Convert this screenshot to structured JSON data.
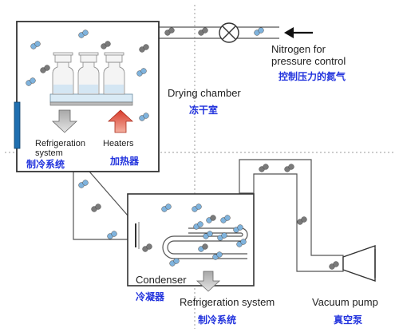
{
  "labels": {
    "nitrogen_en": "Nitrogen for\npressure control",
    "nitrogen_cn": "控制压力的氮气",
    "drying_chamber_en": "Drying chamber",
    "drying_chamber_cn": "冻干室",
    "refrigeration_top_en": "Refrigeration\nsystem",
    "refrigeration_top_cn": "制冷系统",
    "heaters_en": "Heaters",
    "heaters_cn": "加热器",
    "condenser_en": "Condenser",
    "condenser_cn": "冷凝器",
    "refrigeration_bottom_en": "Refrigeration system",
    "refrigeration_bottom_cn": "制冷系统",
    "vacuum_pump_en": "Vacuum pump",
    "vacuum_pump_cn": "真空泵"
  },
  "colors": {
    "chinese_label": "#2233dd",
    "molecule_dark": "#7a7a7a",
    "molecule_blue": "#7fb3dd",
    "heater_arrow": "#d83a2a",
    "refrigeration_arrow": "#8a8a8a",
    "door_seal": "#1f6fb0",
    "guide_line": "#999999"
  },
  "icons": [
    "valve-icon",
    "arrow-left-icon",
    "down-arrow-icon",
    "up-arrow-icon",
    "vial-icon",
    "gas-molecule-icon"
  ]
}
